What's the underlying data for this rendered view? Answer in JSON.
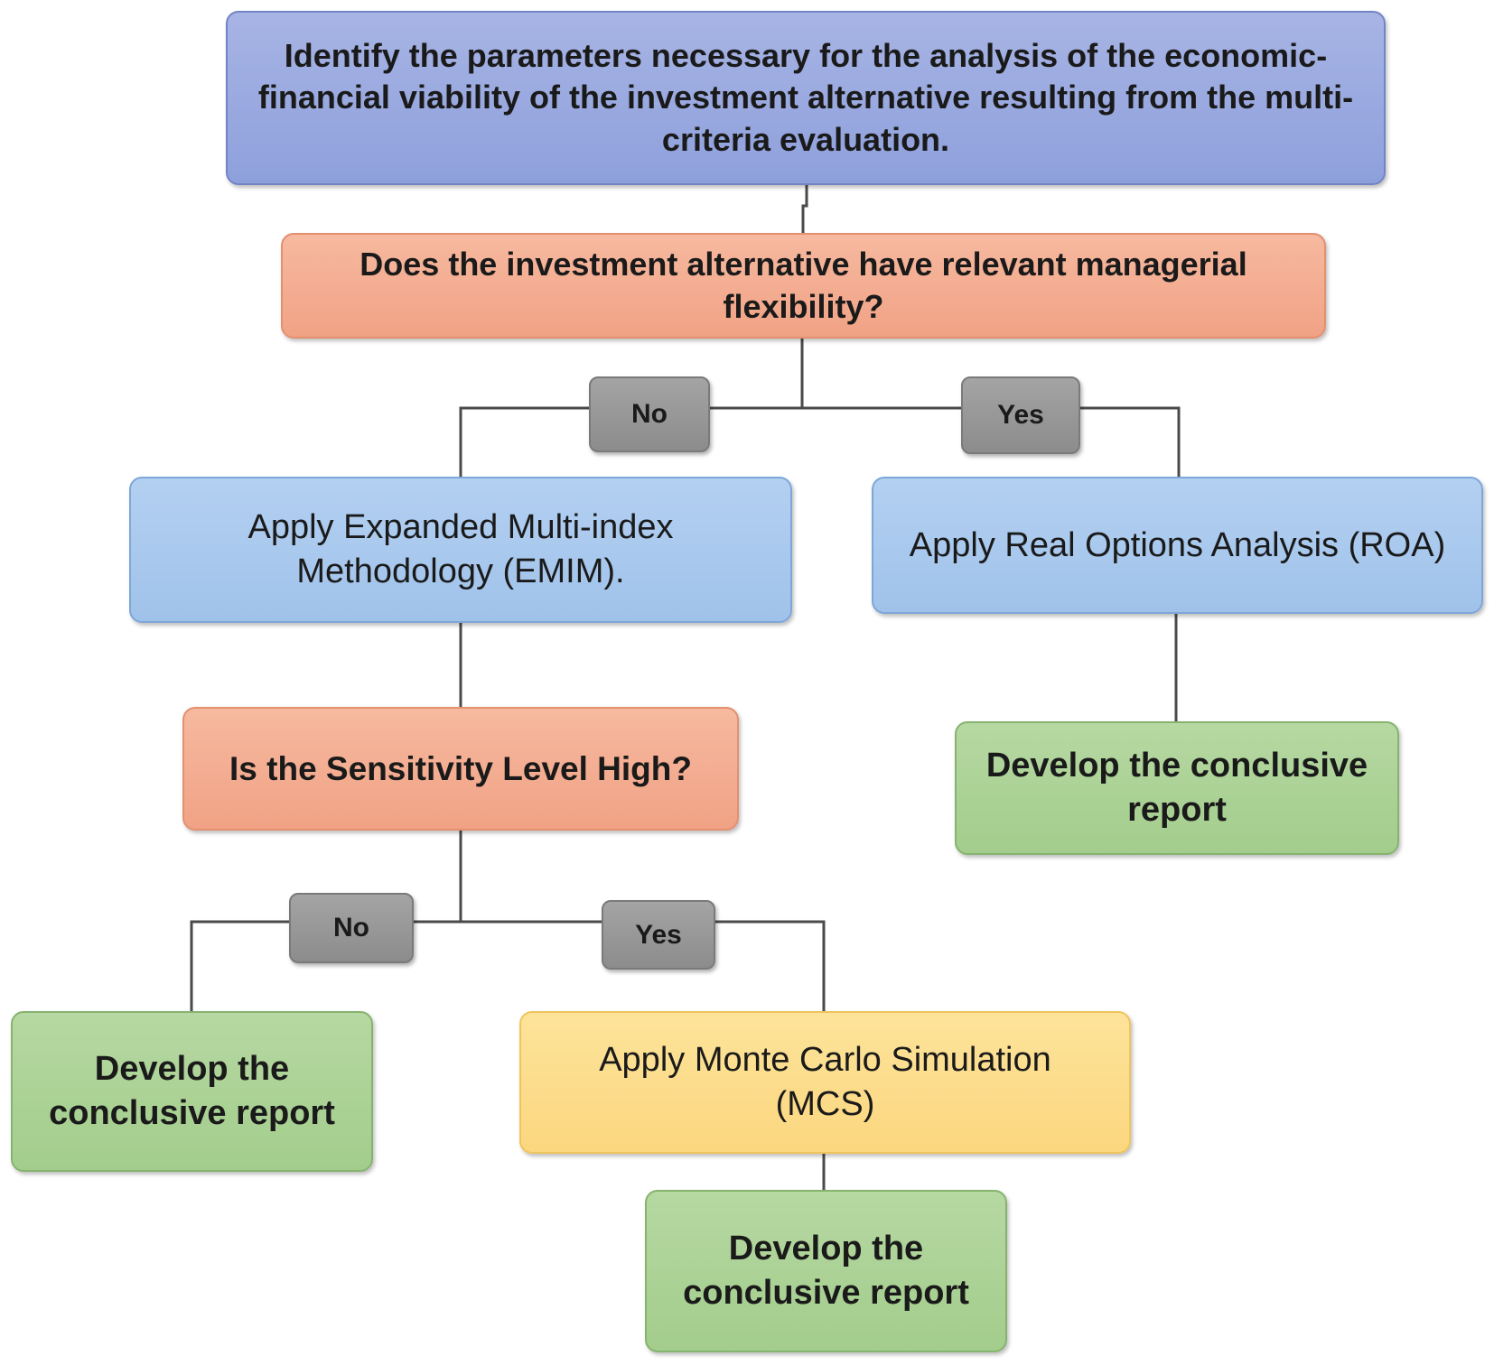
{
  "nodes": {
    "identify_parameters": "Identify the parameters necessary for the analysis of the economic-financial viability of the investment alternative resulting from the multi-criteria evaluation.",
    "flexibility_question": "Does the investment alternative have relevant managerial flexibility?",
    "apply_emim": "Apply Expanded Multi-index Methodology (EMIM).",
    "apply_roa": "Apply Real Options Analysis (ROA)",
    "sensitivity_question": "Is the Sensitivity Level High?",
    "report_roa": "Develop the conclusive report",
    "report_low_sensitivity": "Develop the conclusive report",
    "apply_mcs": "Apply Monte Carlo Simulation (MCS)",
    "report_mcs": "Develop the conclusive report"
  },
  "labels": {
    "no_top": "No",
    "yes_top": "Yes",
    "no_bottom": "No",
    "yes_bottom": "Yes"
  },
  "colors": {
    "process_header": "#8ea0dc",
    "decision": "#f1a285",
    "method": "#a0c2ea",
    "report": "#a3cd8c",
    "simulation": "#fbd77f",
    "branch_label": "#8c8c8c",
    "connector": "#4a4a4a"
  }
}
